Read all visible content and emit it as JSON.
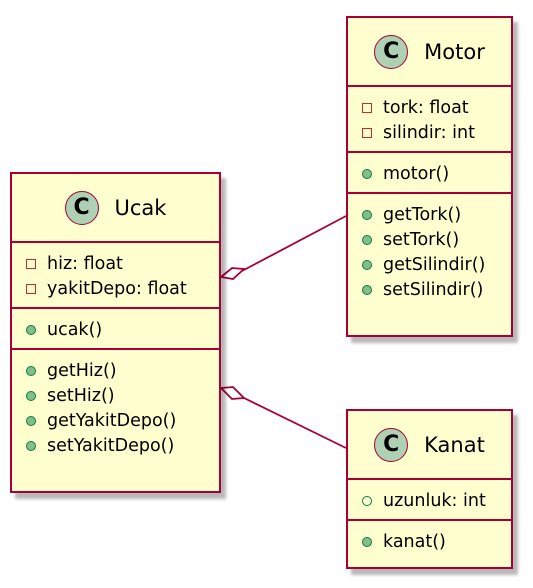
{
  "colors": {
    "class_fill": "#FEFECE",
    "class_border": "#A80036",
    "badge_fill": "#ADD1B2",
    "connector": "#A80036"
  },
  "classes": {
    "ucak": {
      "stereotype_letter": "C",
      "name": "Ucak",
      "fields": [
        {
          "visibility": "private",
          "text": "hiz: float"
        },
        {
          "visibility": "private",
          "text": "yakitDepo: float"
        }
      ],
      "constructors": [
        {
          "visibility": "public",
          "text": "ucak()"
        }
      ],
      "methods": [
        {
          "visibility": "public",
          "text": "getHiz()"
        },
        {
          "visibility": "public",
          "text": "setHiz()"
        },
        {
          "visibility": "public",
          "text": "getYakitDepo()"
        },
        {
          "visibility": "public",
          "text": "setYakitDepo()"
        }
      ]
    },
    "motor": {
      "stereotype_letter": "C",
      "name": "Motor",
      "fields": [
        {
          "visibility": "private",
          "text": "tork: float"
        },
        {
          "visibility": "private",
          "text": "silindir: int"
        }
      ],
      "constructors": [
        {
          "visibility": "public",
          "text": "motor()"
        }
      ],
      "methods": [
        {
          "visibility": "public",
          "text": "getTork()"
        },
        {
          "visibility": "public",
          "text": "setTork()"
        },
        {
          "visibility": "public",
          "text": "getSilindir()"
        },
        {
          "visibility": "public",
          "text": "setSilindir()"
        }
      ]
    },
    "kanat": {
      "stereotype_letter": "C",
      "name": "Kanat",
      "fields": [
        {
          "visibility": "public-field",
          "text": "uzunluk: int"
        }
      ],
      "constructors": [
        {
          "visibility": "public",
          "text": "kanat()"
        }
      ],
      "methods": []
    }
  },
  "relations": [
    {
      "from": "ucak",
      "to": "motor",
      "type": "aggregation"
    },
    {
      "from": "ucak",
      "to": "kanat",
      "type": "aggregation"
    }
  ]
}
